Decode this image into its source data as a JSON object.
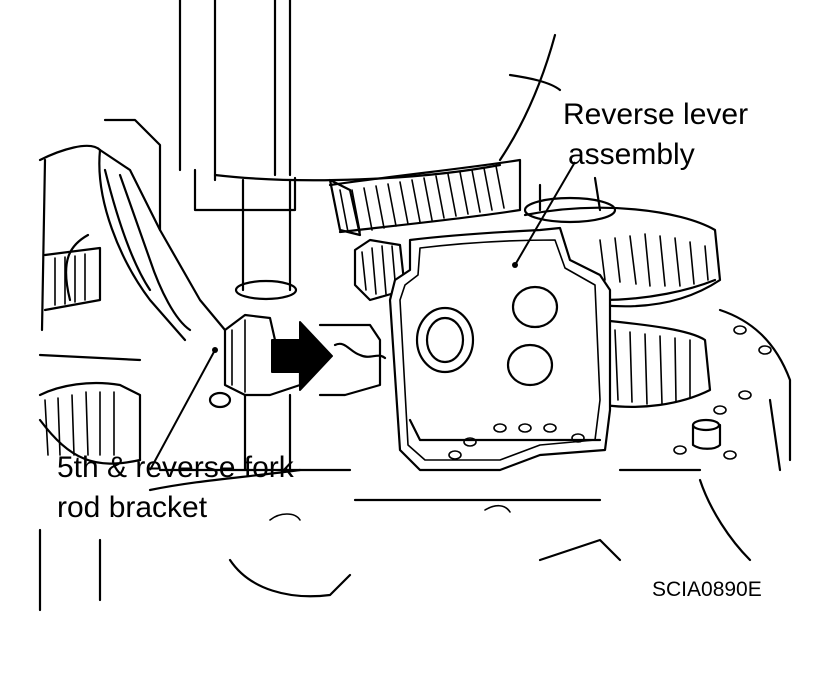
{
  "labels": {
    "reverse_lever_line1": "Reverse lever",
    "reverse_lever_line2": "assembly",
    "fork_bracket_line1": "5th & reverse fork",
    "fork_bracket_line2": "rod bracket"
  },
  "figure_code": "SCIA0890E",
  "icons": {
    "direction_arrow": "arrow-right-icon"
  },
  "colors": {
    "line": "#000000",
    "background": "#ffffff"
  }
}
